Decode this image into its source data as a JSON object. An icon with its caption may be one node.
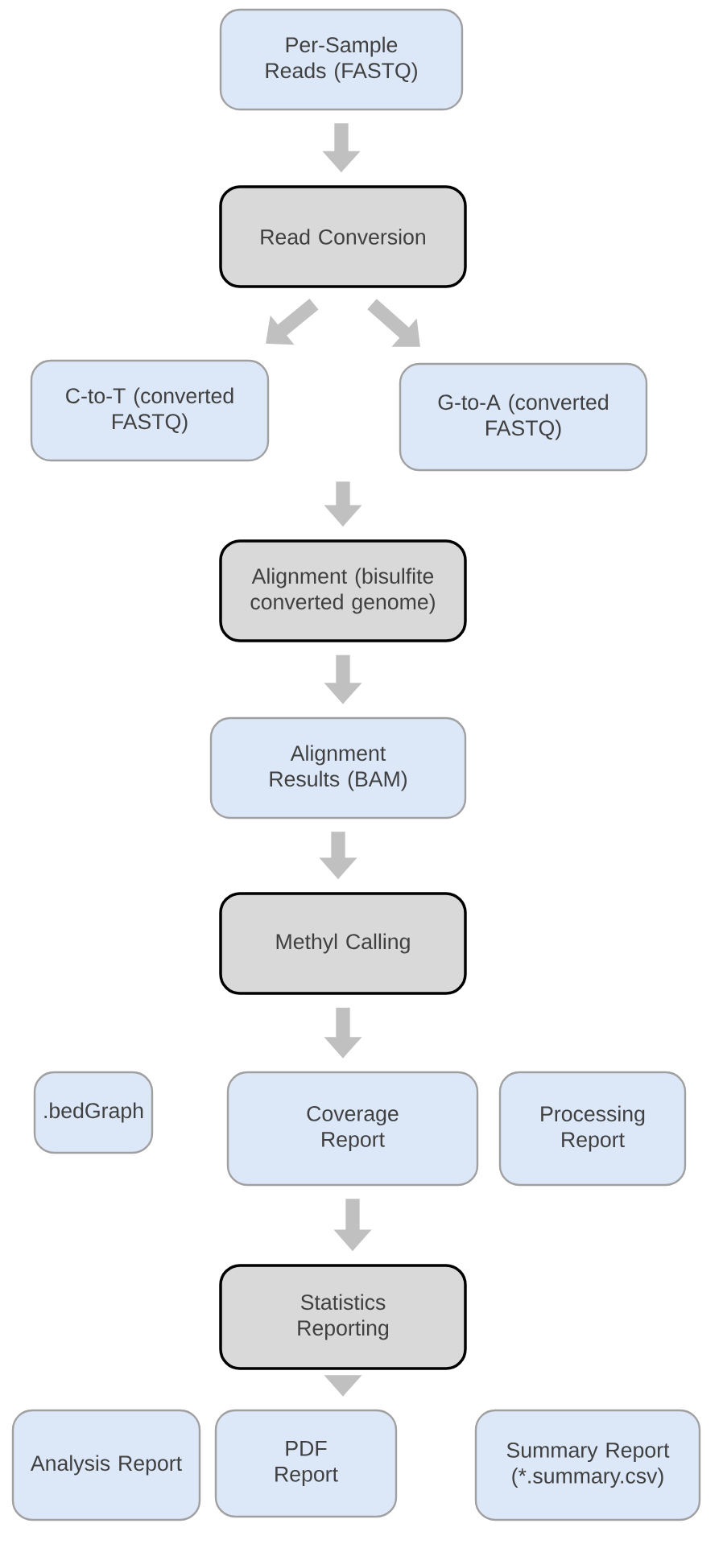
{
  "diagram": {
    "nodes": [
      {
        "text": [
          "Per-Sample Reads (FASTQ)"
        ]
      },
      {
        "text": [
          "Read Conversion"
        ]
      },
      {
        "text": [
          "C-to-T (converted FASTQ)"
        ]
      },
      {
        "text": [
          "G-to-A (converted FASTQ)"
        ]
      },
      {
        "text": [
          "Alignment (bisulfite converted genome)"
        ]
      },
      {
        "text": [
          "Alignment Results (BAM)"
        ]
      },
      {
        "text": [
          "Methyl Calling"
        ]
      },
      {
        "text": [
          ".bedGraph"
        ]
      },
      {
        "text": [
          "Coverage Report"
        ]
      },
      {
        "text": [
          "Processing Report"
        ]
      },
      {
        "text": [
          "Statistics Reporting"
        ]
      },
      {
        "text": [
          "Analysis Report"
        ]
      },
      {
        "text": [
          "PDF Report"
        ]
      },
      {
        "text": [
          "Summary Report (*.summary.csv)"
        ]
      }
    ],
    "edges": [
      {
        "from": 0,
        "to": 1,
        "arrow": "to"
      },
      {
        "from": 1,
        "to": 2,
        "arrow": "to"
      },
      {
        "from": 1,
        "to": 3,
        "arrow": "to"
      },
      {
        "from": null,
        "to": 4,
        "arrow": "to"
      },
      {
        "from": 4,
        "to": 5,
        "arrow": "to"
      },
      {
        "from": 5,
        "to": 6,
        "arrow": "to"
      },
      {
        "from": 6,
        "to": 8,
        "arrow": "to"
      },
      {
        "from": 8,
        "to": 10,
        "arrow": "to"
      },
      {
        "from": 10,
        "to": 12,
        "arrow": "to"
      }
    ]
  }
}
